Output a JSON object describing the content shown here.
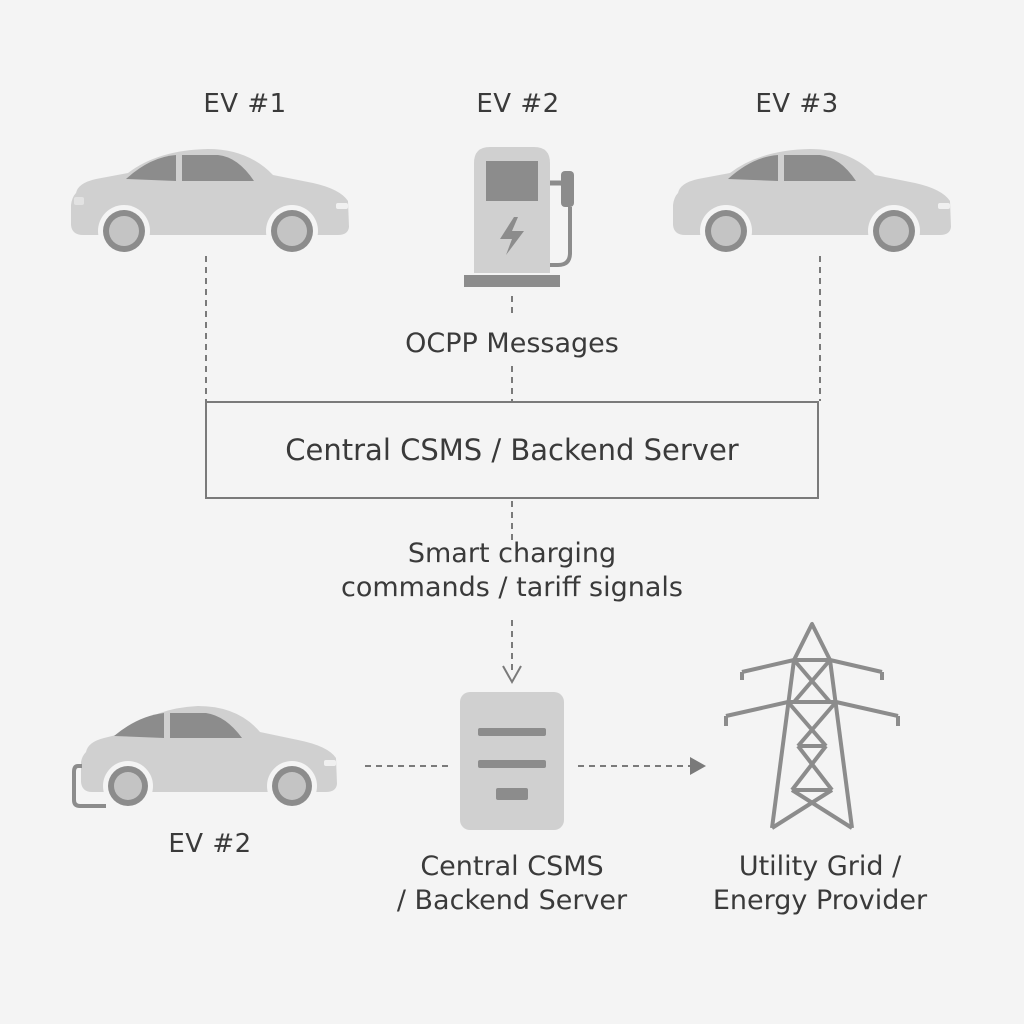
{
  "labels": {
    "ev1": "EV #1",
    "ev2_top": "EV #2",
    "ev3": "EV #3",
    "ocpp": "OCPP Messages",
    "server_box": "Central CSMS / Backend Server",
    "smart_line1": "Smart charging",
    "smart_line2": "commands / tariff  signals",
    "ev2_bottom": "EV #2",
    "csms_line1": "Central CSMS",
    "csms_line2": "/ Backend Server",
    "grid_line1": "Utility Grid /",
    "grid_line2": "Energy Provider"
  },
  "icons": [
    "car-icon",
    "charging-station-icon",
    "car-icon",
    "plugged-car-icon",
    "server-icon",
    "power-pylon-icon"
  ],
  "colors": {
    "background": "#f4f4f4",
    "icon_light": "#d0d0d0",
    "icon_dark": "#8c8c8c",
    "line": "#7a7a7a",
    "text": "#3a3a3a"
  }
}
